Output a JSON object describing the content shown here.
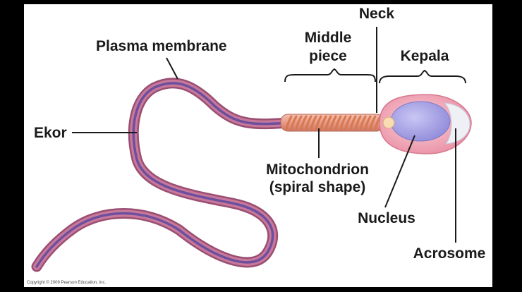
{
  "labels": {
    "plasma_membrane": "Plasma membrane",
    "middle_piece_line1": "Middle",
    "middle_piece_line2": "piece",
    "neck": "Neck",
    "head": "Kepala",
    "tail": "Ekor",
    "mitochondrion_line1": "Mitochondrion",
    "mitochondrion_line2": "(spiral shape)",
    "nucleus": "Nucleus",
    "acrosome": "Acrosome"
  },
  "copyright": "Copyright © 2009 Pearson Education, Inc.",
  "colors": {
    "tail_outer": "#a8577a",
    "tail_inner": "#7c5aa8",
    "midpiece_body": "#e8a28c",
    "mitochondria_spiral": "#d9784e",
    "head_outer": "#f1a9b5",
    "nucleus": "#a8a6e6",
    "acrosome": "#e8e8f2",
    "centriole": "#f6d6a8"
  }
}
